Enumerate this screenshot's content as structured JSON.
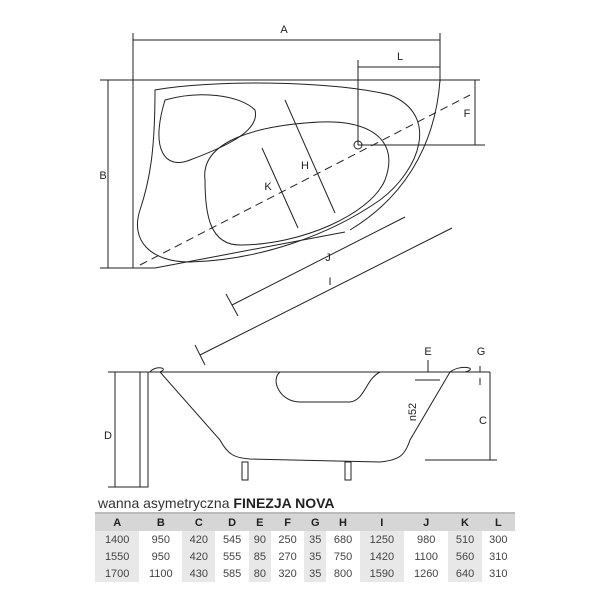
{
  "labels": {
    "A": "A",
    "B": "B",
    "C": "C",
    "D": "D",
    "E": "E",
    "F": "F",
    "G": "G",
    "H": "H",
    "I": "I",
    "J": "J",
    "K": "K",
    "L": "L",
    "n52": "n52"
  },
  "title": {
    "prefix": "wanna asymetryczna ",
    "model": "FINEZJA NOVA"
  },
  "table": {
    "headers": [
      "A",
      "B",
      "C",
      "D",
      "E",
      "F",
      "G",
      "H",
      "I",
      "J",
      "K",
      "L"
    ],
    "rows": [
      [
        "1400",
        "950",
        "420",
        "545",
        "90",
        "250",
        "35",
        "680",
        "1250",
        "980",
        "510",
        "300"
      ],
      [
        "1550",
        "950",
        "420",
        "555",
        "85",
        "270",
        "35",
        "750",
        "1420",
        "1100",
        "560",
        "310"
      ],
      [
        "1700",
        "1100",
        "430",
        "585",
        "80",
        "320",
        "35",
        "800",
        "1590",
        "1260",
        "640",
        "310"
      ]
    ]
  }
}
